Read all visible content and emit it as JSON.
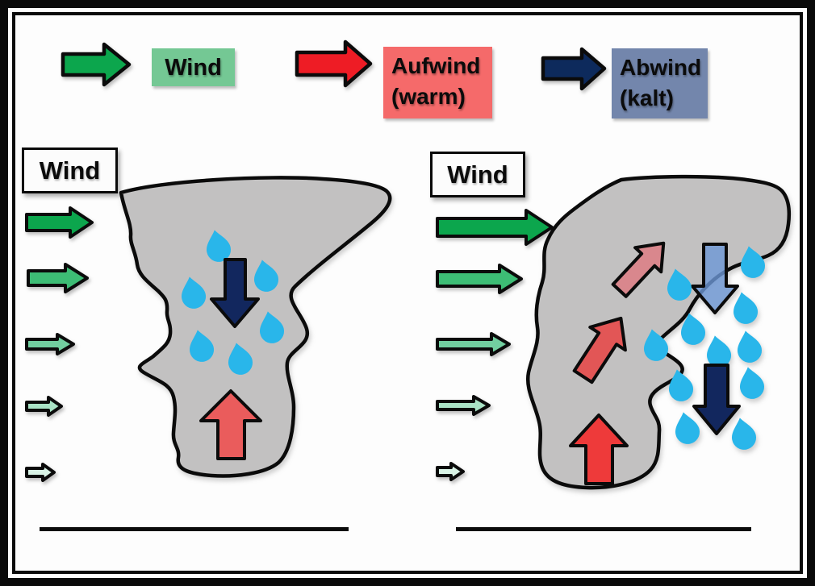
{
  "legend": {
    "items": [
      {
        "id": "wind",
        "label_line1": "Wind",
        "label_line2": "",
        "bg": "#74c894",
        "arrow_color": "#0ca64d"
      },
      {
        "id": "aufwind",
        "label_line1": "Aufwind",
        "label_line2": "(warm)",
        "bg": "#f56a6a",
        "arrow_color": "#ee1c25"
      },
      {
        "id": "abwind",
        "label_line1": "Abwind",
        "label_line2": "(kalt)",
        "bg": "#7386ac",
        "arrow_color": "#0d2a5c"
      }
    ]
  },
  "panels": {
    "left": {
      "wind_box_label": "Wind"
    },
    "right": {
      "wind_box_label": "Wind"
    }
  },
  "colors": {
    "wind_green_1": "#0ca64d",
    "wind_green_2": "#3dbd75",
    "wind_green_3": "#72cfa0",
    "wind_green_4": "#a9e3c5",
    "wind_green_5": "#d9f3e6",
    "legend_red": "#ee1c25",
    "legend_navy": "#0d2a5c",
    "cloud_gray": "#c2c1c1",
    "drop_blue": "#29b6ea",
    "downdraft_navy": "#12275e",
    "updraft_salmon": "#ea5c5c",
    "updraft_red": "#ee3a3a",
    "updraft_mid_red": "#e25656",
    "updraft_pink": "#d9878d",
    "downdraft_lightblue": "#6d97d6",
    "line_black": "#0b0b0b"
  }
}
